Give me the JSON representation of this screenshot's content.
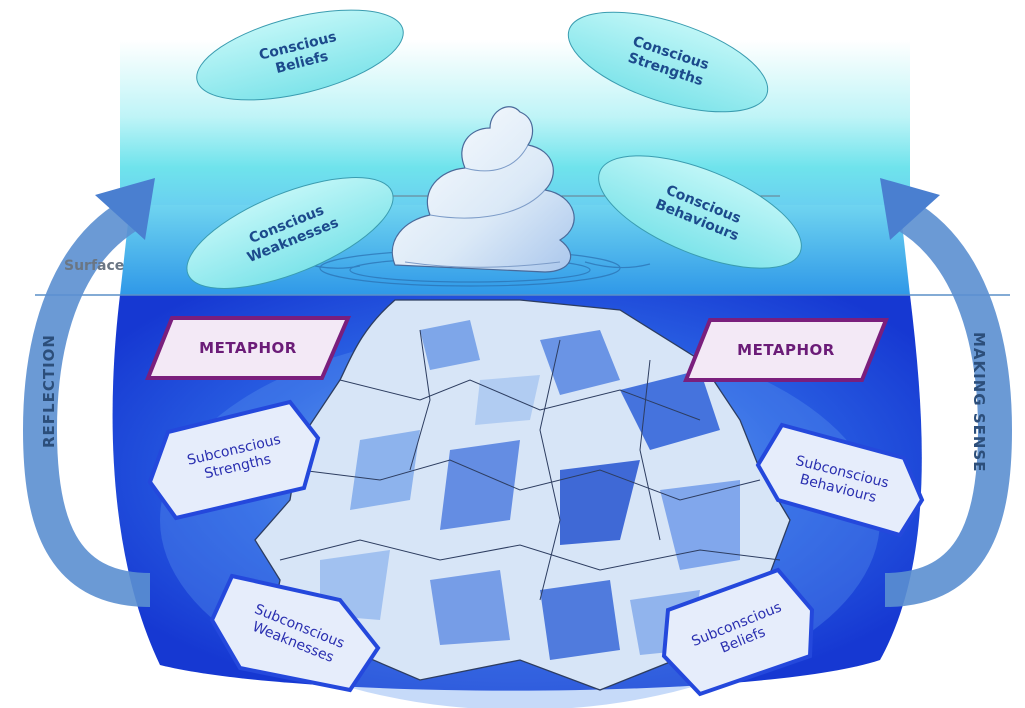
{
  "labels": {
    "surface": "Surface",
    "reflection": "REFLECTION",
    "making_sense": "MAKING SENSE",
    "metaphor_left": "METAPHOR",
    "metaphor_right": "METAPHOR",
    "conscious_beliefs": "Conscious\nBeliefs",
    "conscious_strengths": "Conscious\nStrengths",
    "conscious_weaknesses": "Conscious\nWeaknesses",
    "conscious_behaviours": "Conscious\nBehaviours",
    "subconscious_strengths": "Subconscious\nStrengths",
    "subconscious_behaviours": "Subconscious\nBehaviours",
    "subconscious_weaknesses": "Subconscious\nWeaknesses",
    "subconscious_beliefs": "Subconscious\nBeliefs"
  },
  "colors": {
    "sky_top": "#ffffff",
    "sky_cyan": "#5fe3ea",
    "surface_water": "#4fb4ec",
    "deep_water": "#1d49e0",
    "oval_fill": "#9ef0f2",
    "hex_fill": "#e8eefc",
    "hex_border": "#2448dc",
    "metaphor_border": "#7a1f7d",
    "arrow": "#5b8fd0",
    "ice": "#dfeaf8"
  }
}
